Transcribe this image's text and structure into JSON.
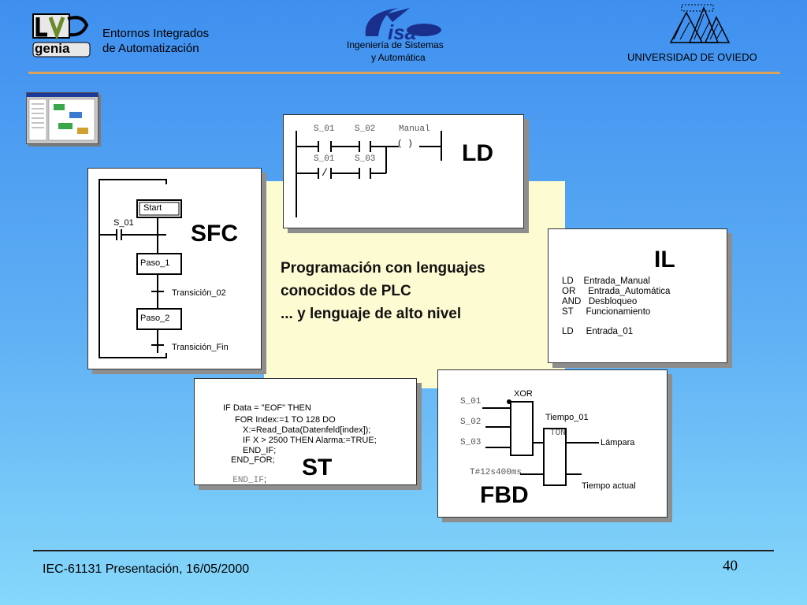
{
  "header": {
    "left_line1": "Entornos Integrados",
    "left_line2": "de Automatización",
    "left_logo_text": "genia",
    "center_line1": "Ingeniería de Sistemas",
    "center_line2": "y Automática",
    "center_logo_text": "isa",
    "right_text": "UNIVERSIDAD DE OVIEDO"
  },
  "center": {
    "line1": "Programación con lenguajes",
    "line2": "conocidos de PLC",
    "line3": "... y lenguaje de alto nivel"
  },
  "ld": {
    "title": "LD",
    "c1": "S_01",
    "c2": "S_02",
    "coil": "Manual",
    "coil_sym": "(  )",
    "c3": "S_01",
    "c4": "S_03",
    "nc": "/"
  },
  "sfc": {
    "title": "SFC",
    "start": "Start",
    "s01": "S_01",
    "paso1": "Paso_1",
    "t02": "Transición_02",
    "paso2": "Paso_2",
    "tfin": "Transición_Fin"
  },
  "il": {
    "title": "IL",
    "l1": "LD    Entrada_Manual",
    "l2": "OR     Entrada_Automática",
    "l3": "AND   Desbloqueo",
    "l4": "ST     Funcionamiento",
    "l5": "LD     Entrada_01"
  },
  "st": {
    "title": "ST",
    "l1": "IF Data = \"EOF\" THEN",
    "l2": "FOR Index:=1 TO 128 DO",
    "l3": "X:=Read_Data(Datenfeld[index]);",
    "l4": "IF X > 2500 THEN Alarma:=TRUE;",
    "l5": "END_IF;",
    "l6": "END_FOR;",
    "l7a": "END_IF",
    "l7b": ";"
  },
  "fbd": {
    "title": "FBD",
    "xor": "XOR",
    "s01": "S_01",
    "s02": "S_02",
    "s03": "S_03",
    "tiempo": "Tiempo_01",
    "ton": "TON",
    "lampara": "Lámpara",
    "preset": "T#12s400ms",
    "actual": "Tiempo actual"
  },
  "footer": {
    "text": "IEC-61131 Presentación, 16/05/2000",
    "page": "40"
  }
}
